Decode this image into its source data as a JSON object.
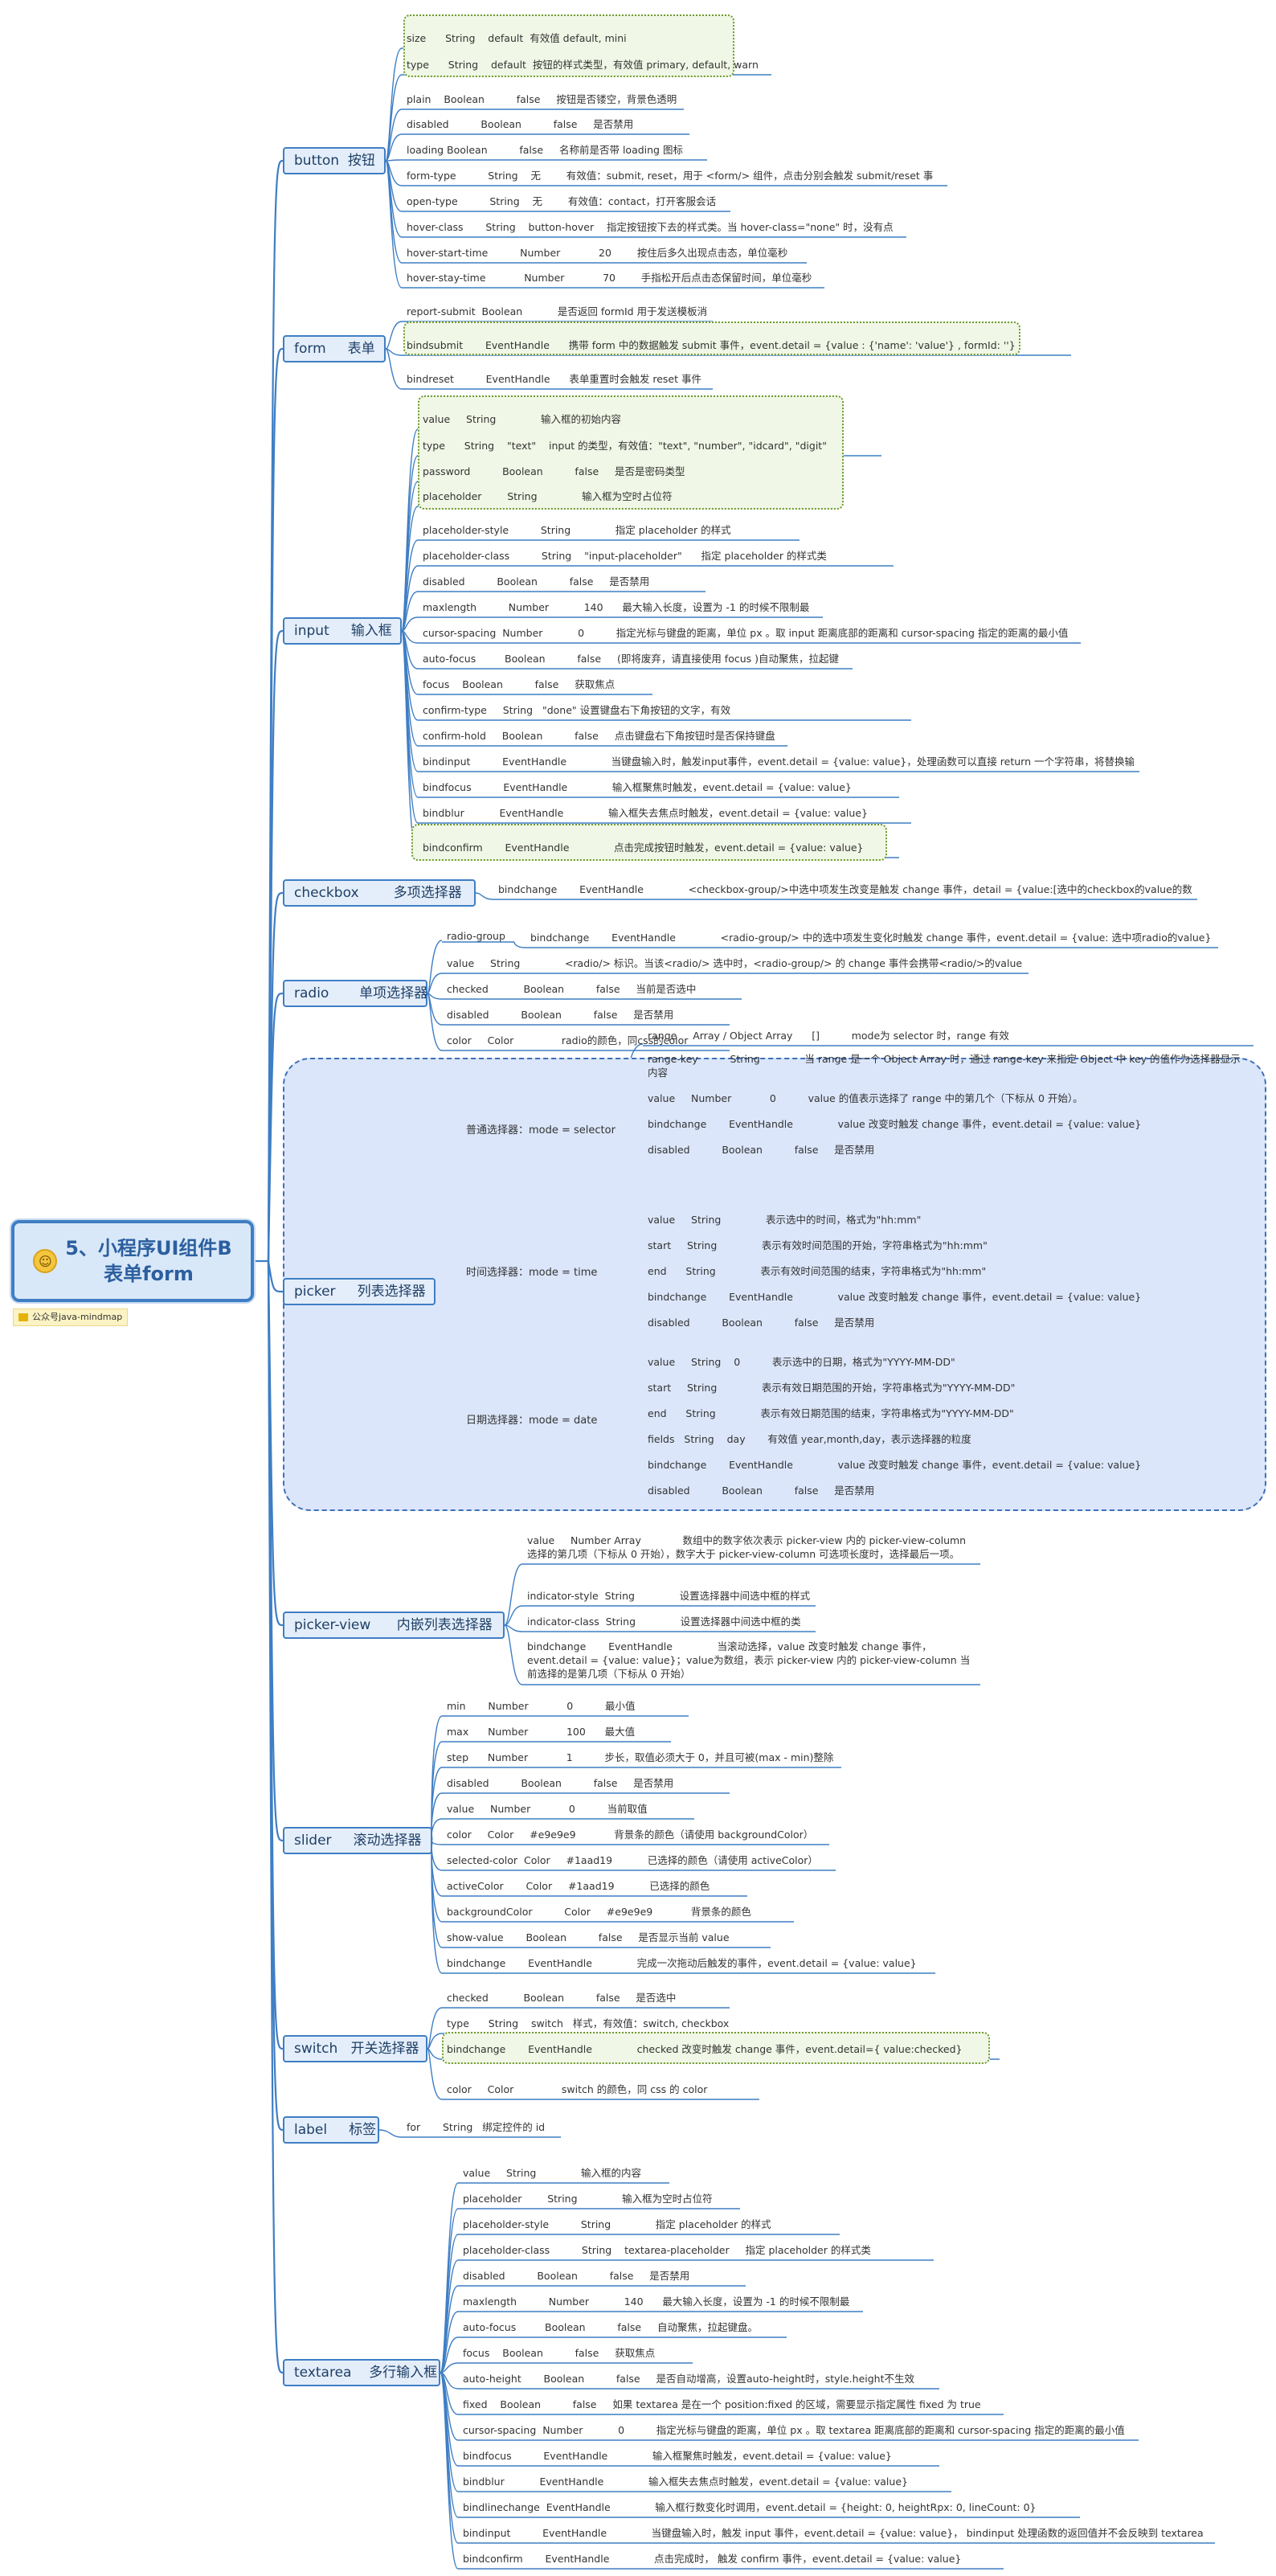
{
  "root": {
    "title": "5、小程序UI组件B\n表单form",
    "icon": "smiley-icon",
    "tag": "公众号java-mindmap"
  },
  "colors": {
    "line": "#3f7ec4",
    "text": "#333333",
    "boundary_green": "#6d9a2f",
    "picker_fill": "#dbe6fa"
  },
  "categories": [
    {
      "label": "button  按钮",
      "leaves": [
        "size      String    default  有效值 default, mini",
        "type      String    default  按钮的样式类型，有效值 primary, default, warn",
        "plain    Boolean          false     按钮是否镂空，背景色透明",
        "disabled          Boolean          false     是否禁用",
        "loading Boolean          false     名称前是否带 loading 图标",
        "form-type          String    无        有效值：submit, reset，用于 <form/> 组件，点击分别会触发 submit/reset 事件",
        "open-type          String    无        有效值：contact，打开客服会话",
        "hover-class       String    button-hover    指定按钮按下去的样式类。当 hover-class=\"none\" 时，没有点击态效果",
        "hover-start-time          Number            20        按住后多久出现点击态，单位毫秒",
        "hover-stay-time            Number            70        手指松开后点击态保留时间，单位毫秒"
      ]
    },
    {
      "label": "form     表单",
      "leaves": [
        "report-submit  Boolean           是否返回 formId 用于发送模板消息",
        "bindsubmit       EventHandle      携带 form 中的数据触发 submit 事件，event.detail = {value : {'name': 'value'} , formId: ''}",
        "bindreset          EventHandle      表单重置时会触发 reset 事件"
      ]
    },
    {
      "label": "input     输入框",
      "leaves": [
        "value     String              输入框的初始内容",
        "type      String    \"text\"    input 的类型，有效值：\"text\", \"number\", \"idcard\", \"digit\"",
        "password          Boolean          false     是否是密码类型",
        "placeholder        String              输入框为空时占位符",
        "placeholder-style          String              指定 placeholder 的样式",
        "placeholder-class          String    \"input-placeholder\"      指定 placeholder 的样式类",
        "disabled          Boolean          false     是否禁用",
        "maxlength          Number           140      最大输入长度，设置为 -1 的时候不限制最大长度",
        "cursor-spacing  Number           0          指定光标与键盘的距离，单位 px 。取 input 距离底部的距离和 cursor-spacing 指定的距离的最小值作为光标与键盘的距离",
        "auto-focus         Boolean          false     (即将废弃，请直接使用 focus )自动聚焦，拉起键盘",
        "focus    Boolean          false     获取焦点",
        "confirm-type     String   \"done\" 设置键盘右下角按钮的文字，有效值：\"send\",\"search\",\"next\",\"go\",\"done\"",
        "confirm-hold     Boolean          false     点击键盘右下角按钮时是否保持键盘不收起",
        "bindinput          EventHandle              当键盘输入时，触发input事件，event.detail = {value: value}，处理函数可以直接 return 一个字符串，将替换输入框的内容。",
        "bindfocus          EventHandle              输入框聚焦时触发，event.detail = {value: value}",
        "bindblur           EventHandle              输入框失去焦点时触发，event.detail = {value: value}",
        "bindconfirm       EventHandle              点击完成按钮时触发，event.detail = {value: value}"
      ]
    },
    {
      "label": "checkbox        多项选择器",
      "leaves": [
        "bindchange       EventHandle              <checkbox-group/>中选中项发生改变是触发 change 事件，detail = {value:[选中的checkbox的value的数组]}"
      ]
    },
    {
      "label": "radio       单项选择器",
      "radio_group": "radio-group",
      "leaves": [
        "bindchange       EventHandle              <radio-group/> 中的选中项发生变化时触发 change 事件，event.detail = {value: 选中项radio的value}",
        "value     String              <radio/> 标识。当该<radio/> 选中时，<radio-group/> 的 change 事件会携带<radio/>的value",
        "checked           Boolean          false     当前是否选中",
        "disabled          Boolean          false     是否禁用",
        "color     Color               radio的颜色，同css的color"
      ]
    },
    {
      "label": "picker     列表选择器",
      "modes": [
        {
          "label": "普通选择器：mode = selector",
          "leaves": [
            "range     Array / Object Array      []          mode为 selector 时，range 有效",
            "range-key          String              当 range 是一个 Object Array 时，通过 range-key 来指定 Object 中 key 的值作为选择器显示内容",
            "value     Number            0          value 的值表示选择了 range 中的第几个（下标从 0 开始）。",
            "bindchange       EventHandle              value 改变时触发 change 事件，event.detail = {value: value}",
            "disabled          Boolean          false     是否禁用"
          ]
        },
        {
          "label": "时间选择器：mode = time",
          "leaves": [
            "value     String              表示选中的时间，格式为\"hh:mm\"",
            "start     String              表示有效时间范围的开始，字符串格式为\"hh:mm\"",
            "end      String              表示有效时间范围的结束，字符串格式为\"hh:mm\"",
            "bindchange       EventHandle              value 改变时触发 change 事件，event.detail = {value: value}",
            "disabled          Boolean          false     是否禁用"
          ]
        },
        {
          "label": "日期选择器：mode = date",
          "leaves": [
            "value     String    0          表示选中的日期，格式为\"YYYY-MM-DD\"",
            "start     String              表示有效日期范围的开始，字符串格式为\"YYYY-MM-DD\"",
            "end      String              表示有效日期范围的结束，字符串格式为\"YYYY-MM-DD\"",
            "fields   String    day       有效值 year,month,day，表示选择器的粒度",
            "bindchange       EventHandle              value 改变时触发 change 事件，event.detail = {value: value}",
            "disabled          Boolean          false     是否禁用"
          ]
        }
      ]
    },
    {
      "label": "picker-view      内嵌列表选择器",
      "leaves": [
        "value     Number Array             数组中的数字依次表示 picker-view 内的 picker-view-column 选择的第几项（下标从 0 开始），数字大于 picker-view-column 可选项长度时，选择最后一项。",
        "indicator-style  String              设置选择器中间选中框的样式",
        "indicator-class  String              设置选择器中间选中框的类名",
        "bindchange       EventHandle              当滚动选择，value 改变时触发 change 事件，event.detail = {value: value}；value为数组，表示 picker-view 内的 picker-view-column 当前选择的是第几项（下标从 0 开始）"
      ]
    },
    {
      "label": "slider     滚动选择器",
      "leaves": [
        "min       Number            0          最小值",
        "max      Number            100      最大值",
        "step      Number            1          步长，取值必须大于 0，并且可被(max - min)整除",
        "disabled          Boolean          false     是否禁用",
        "value     Number            0          当前取值",
        "color     Color     #e9e9e9            背景条的颜色（请使用 backgroundColor）",
        "selected-color  Color     #1aad19           已选择的颜色（请使用 activeColor）",
        "activeColor       Color     #1aad19           已选择的颜色",
        "backgroundColor          Color     #e9e9e9            背景条的颜色",
        "show-value       Boolean          false     是否显示当前 value",
        "bindchange       EventHandle              完成一次拖动后触发的事件，event.detail = {value: value}"
      ]
    },
    {
      "label": "switch   开关选择器",
      "leaves": [
        "checked           Boolean          false     是否选中",
        "type      String    switch   样式，有效值：switch, checkbox",
        "bindchange       EventHandle              checked 改变时触发 change 事件，event.detail={ value:checked}",
        "color     Color               switch 的颜色，同 css 的 color"
      ]
    },
    {
      "label": "label     标签",
      "leaves": [
        "for       String   绑定控件的 id"
      ]
    },
    {
      "label": "textarea    多行输入框",
      "leaves": [
        "value     String              输入框的内容",
        "placeholder        String              输入框为空时占位符",
        "placeholder-style          String              指定 placeholder 的样式",
        "placeholder-class          String    textarea-placeholder     指定 placeholder 的样式类",
        "disabled          Boolean          false     是否禁用",
        "maxlength          Number           140      最大输入长度，设置为 -1 的时候不限制最大长度",
        "auto-focus         Boolean          false     自动聚焦，拉起键盘。",
        "focus    Boolean          false     获取焦点",
        "auto-height       Boolean          false     是否自动增高，设置auto-height时，style.height不生效",
        "fixed    Boolean          false     如果 textarea 是在一个 position:fixed 的区域，需要显示指定属性 fixed 为 true",
        "cursor-spacing  Number           0          指定光标与键盘的距离，单位 px 。取 textarea 距离底部的距离和 cursor-spacing 指定的距离的最小值作为光标与键盘的距离",
        "bindfocus          EventHandle              输入框聚焦时触发，event.detail = {value: value}",
        "bindblur           EventHandle              输入框失去焦点时触发，event.detail = {value: value}",
        "bindlinechange  EventHandle              输入框行数变化时调用，event.detail = {height: 0, heightRpx: 0, lineCount: 0}",
        "bindinput          EventHandle              当键盘输入时，触发 input 事件，event.detail = {value: value}， bindinput 处理函数的返回值并不会反映到 textarea 上",
        "bindconfirm       EventHandle              点击完成时， 触发 confirm 事件，event.detail = {value: value}"
      ]
    }
  ]
}
